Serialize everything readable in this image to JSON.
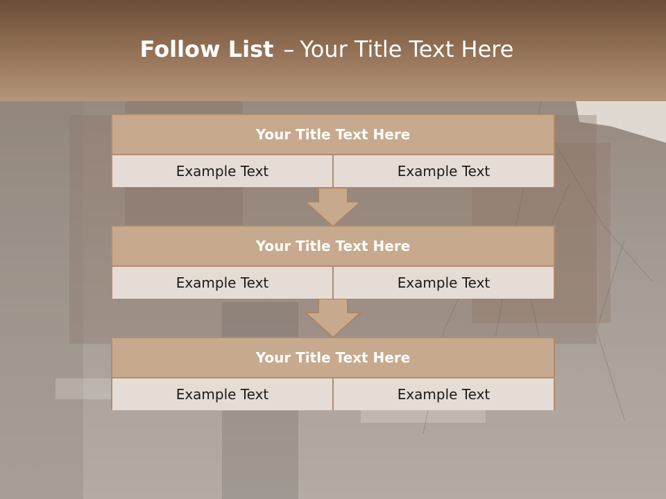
{
  "slide": {
    "title_bold": "Follow List",
    "title_separator": "–",
    "title_rest": "Your Title Text Here"
  },
  "blocks": [
    {
      "title": "Your Title Text Here",
      "cells": [
        "Example Text",
        "Example Text"
      ]
    },
    {
      "title": "Your Title Text Here",
      "cells": [
        "Example Text",
        "Example Text"
      ]
    },
    {
      "title": "Your Title Text Here",
      "cells": [
        "Example Text",
        "Example Text"
      ]
    }
  ],
  "colors": {
    "header_dark": "#6b4e35",
    "header_light": "#b59579",
    "block_title_fill": "#c7a98e",
    "cell_fill": "#e6dcd6",
    "border": "#b08c6e"
  }
}
